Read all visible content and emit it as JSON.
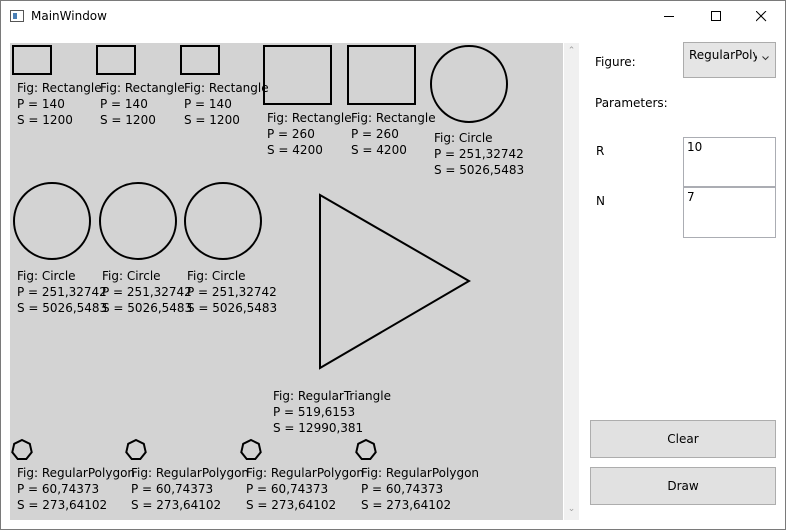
{
  "window": {
    "title": "MainWindow"
  },
  "title_buttons": {
    "minimize": "minimize-icon",
    "maximize": "maximize-icon",
    "close": "close-icon"
  },
  "panel": {
    "figure_label": "Figure:",
    "figure_value": "RegularPolygon",
    "parameters_label": "Parameters:",
    "r_label": "R",
    "r_value": "10",
    "n_label": "N",
    "n_value": "7",
    "clear_label": "Clear",
    "draw_label": "Draw"
  },
  "figures": [
    {
      "fig": "Fig: Rectangle",
      "p": "P = 140",
      "s": "S = 1200"
    },
    {
      "fig": "Fig: Rectangle",
      "p": "P = 140",
      "s": "S = 1200"
    },
    {
      "fig": "Fig: Rectangle",
      "p": "P = 140",
      "s": "S = 1200"
    },
    {
      "fig": "Fig: Rectangle",
      "p": "P = 260",
      "s": "S = 4200"
    },
    {
      "fig": "Fig: Rectangle",
      "p": "P = 260",
      "s": "S = 4200"
    },
    {
      "fig": "Fig: Circle",
      "p": "P = 251,32742",
      "s": "S = 5026,5483"
    },
    {
      "fig": "Fig: Circle",
      "p": "P = 251,32742",
      "s": "S = 5026,5483"
    },
    {
      "fig": "Fig: Circle",
      "p": "P = 251,32742",
      "s": "S = 5026,5483"
    },
    {
      "fig": "Fig: Circle",
      "p": "P = 251,32742",
      "s": "S = 5026,5483"
    },
    {
      "fig": "Fig: RegularTriangle",
      "p": "P = 519,6153",
      "s": "S = 12990,381"
    },
    {
      "fig": "Fig: RegularPolygon",
      "p": "P = 60,74373",
      "s": "S = 273,64102"
    },
    {
      "fig": "Fig: RegularPolygon",
      "p": "P = 60,74373",
      "s": "S = 273,64102"
    },
    {
      "fig": "Fig: RegularPolygon",
      "p": "P = 60,74373",
      "s": "S = 273,64102"
    },
    {
      "fig": "Fig: RegularPolygon",
      "p": "P = 60,74373",
      "s": "S = 273,64102"
    }
  ]
}
